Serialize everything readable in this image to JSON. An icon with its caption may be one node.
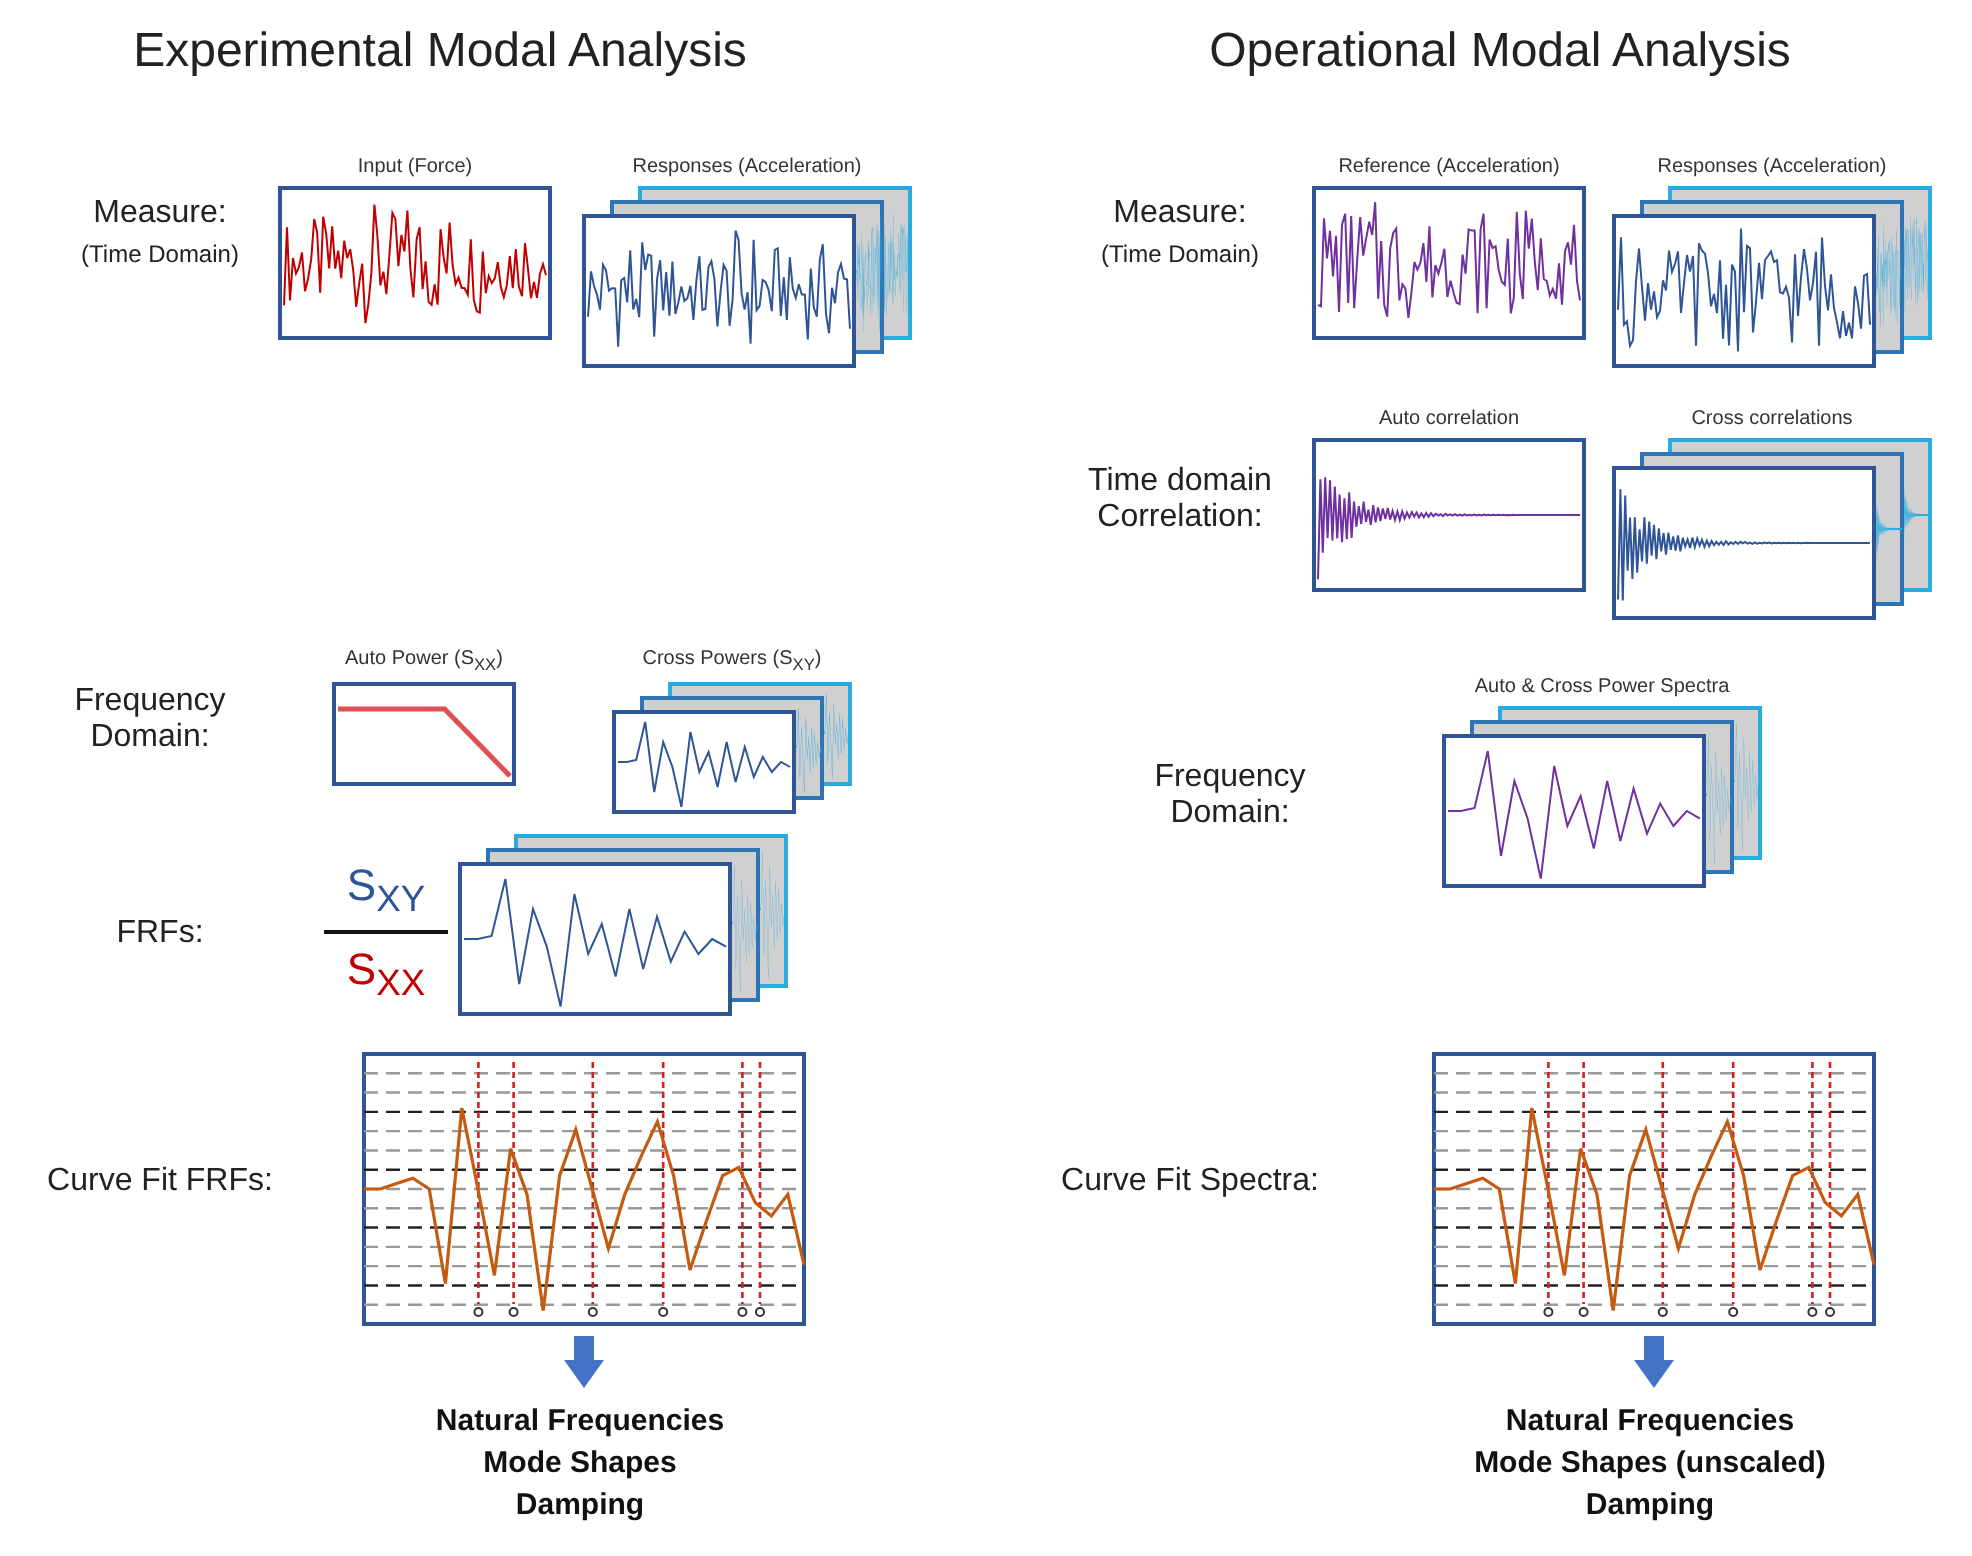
{
  "diagram": {
    "nodes": [
      {
        "text": [
          "Input (Force)"
        ]
      },
      {
        "text": [
          "Responses (Acceleration)"
        ]
      },
      {
        "text": [
          "Auto Power (S$_{XX}$)"
        ]
      },
      {
        "text": [
          "Cross Powers (S$_{XY}$)"
        ]
      },
      {
        "text": [],
        "shape": "picture"
      },
      {
        "text": [],
        "shape": "picture"
      },
      {
        "text": [
          "Natural Frequencies",
          "Mode Shapes",
          "Damping"
        ]
      },
      {
        "text": [
          "Reference (Acceleration)"
        ]
      },
      {
        "text": [
          "Responses (Acceleration)"
        ]
      },
      {
        "text": [
          "Auto correlation"
        ]
      },
      {
        "text": [
          "Cross correlations"
        ]
      },
      {
        "text": [
          "Auto & Cross Power Spectra"
        ]
      },
      {
        "text": [],
        "shape": "picture"
      },
      {
        "text": [
          "Natural Frequencies",
          "Mode Shapes (unscaled)",
          "Damping"
        ]
      }
    ],
    "edges": [
      {
        "from": 5,
        "to": 6,
        "arrow": "to"
      },
      {
        "from": 12,
        "to": 13,
        "arrow": "to"
      }
    ],
    "labels": [
      "Experimental Modal Analysis",
      "Operational Modal Analysis",
      "Measure:",
      "(Time Domain)",
      "Measure:",
      "(Time Domain)",
      "Time domain Correlation:",
      "Frequency Domain:",
      "Frequency Domain:",
      "FRFs:",
      "S$_{XY}$",
      "S$_{XX}$",
      "Curve Fit FRFs:",
      "Curve Fit Spectra:"
    ]
  }
}
